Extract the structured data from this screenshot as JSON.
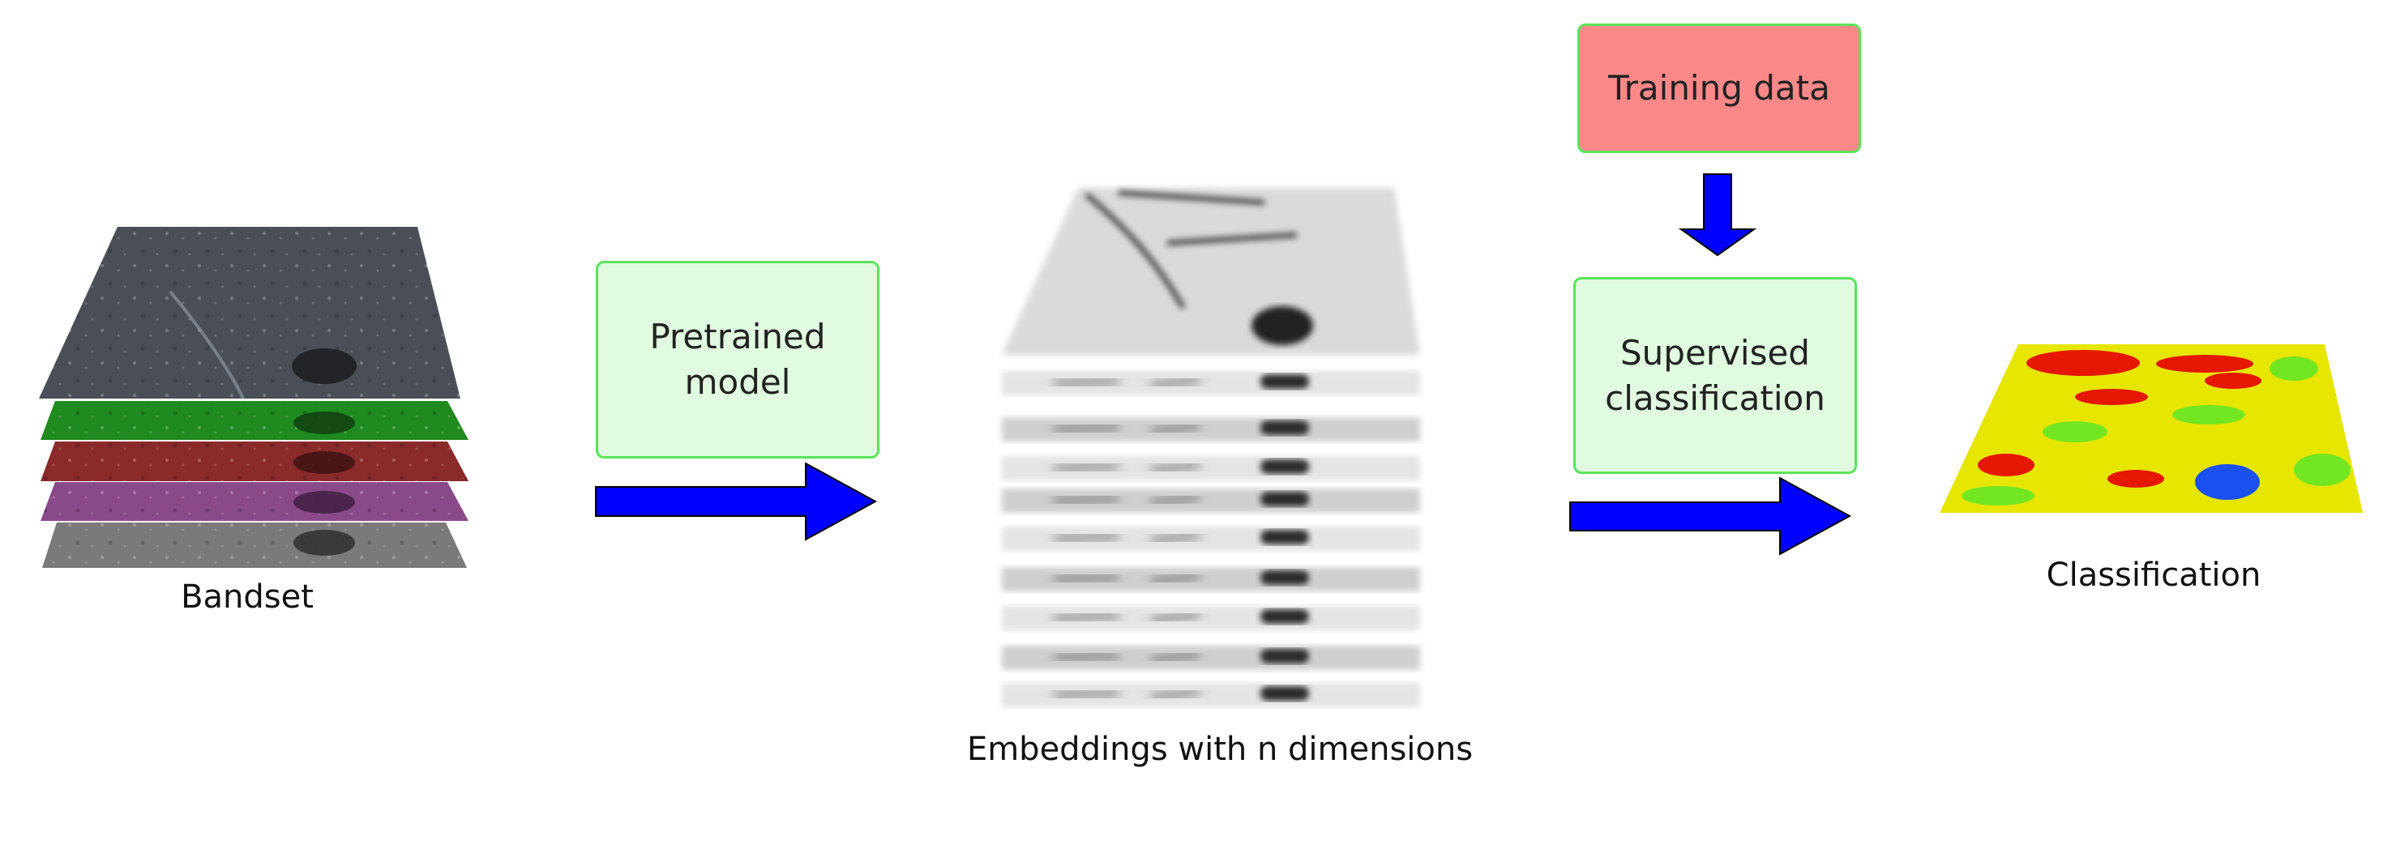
{
  "labels": {
    "bandset": "Bandset",
    "embeddings": "Embeddings with n dimensions",
    "classification": "Classification"
  },
  "boxes": {
    "pretrained": {
      "line1": "Pretrained",
      "line2": "model"
    },
    "supervised": {
      "line1": "Supervised",
      "line2": "classification"
    },
    "training": {
      "text": "Training data"
    }
  },
  "colors": {
    "arrow": "#0000ff",
    "box_fill": "#e0fbe0",
    "box_border": "#5be35b",
    "training_fill": "#fa8888",
    "class_red": "#e60000",
    "class_yellow": "#e6e600",
    "class_green": "#66e626",
    "class_water": "#1a50f0",
    "band_green": "#1f8a1f",
    "band_red": "#8a2a2a",
    "band_purple": "#8a4a8a",
    "band_gray": "#7a7a7a",
    "band_top": "#4a4f57"
  }
}
